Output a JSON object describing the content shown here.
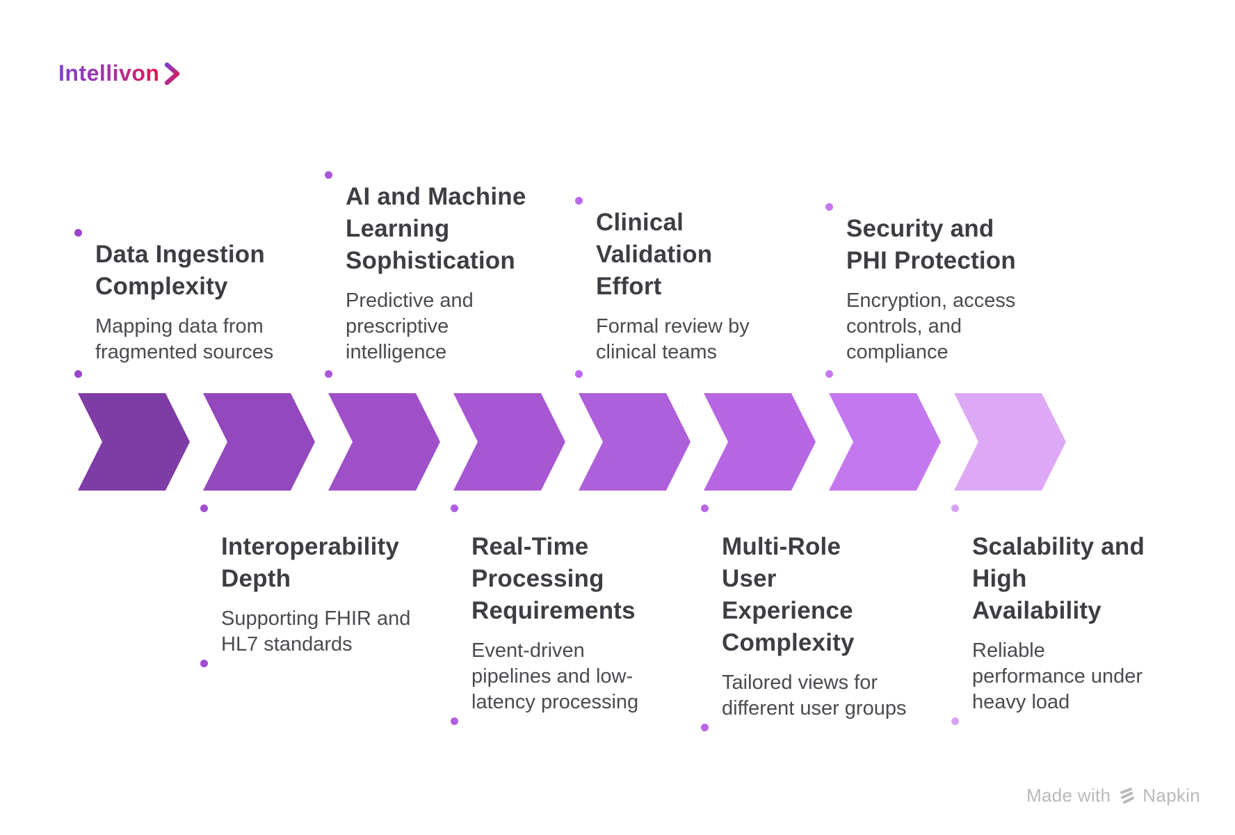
{
  "logo": {
    "text": "Intellivon",
    "chevron_icon": "chevron-right",
    "gradient_start": "#7d42cf",
    "gradient_mid": "#aa2fa0",
    "gradient_end": "#e3174e"
  },
  "steps": [
    {
      "position": "top",
      "title": "Data Ingestion\nComplexity",
      "subtitle": "Mapping data from\nfragmented sources",
      "chevron_color": "#7e3ca6",
      "dot_color": "#9a45c7"
    },
    {
      "position": "bottom",
      "title": "Interoperability\nDepth",
      "subtitle": "Supporting FHIR and\nHL7 standards",
      "chevron_color": "#9348bd",
      "dot_color": "#a14fd2"
    },
    {
      "position": "top",
      "title": "AI and Machine\nLearning\nSophistication",
      "subtitle": "Predictive and\nprescriptive\nintelligence",
      "chevron_color": "#9f50c9",
      "dot_color": "#aa57dc"
    },
    {
      "position": "bottom",
      "title": "Real-Time\nProcessing\nRequirements",
      "subtitle": "Event-driven\npipelines and low-\nlatency processing",
      "chevron_color": "#a857d2",
      "dot_color": "#b05fe3"
    },
    {
      "position": "top",
      "title": "Clinical\nValidation\nEffort",
      "subtitle": "Formal review by\nclinical teams",
      "chevron_color": "#ae5fda",
      "dot_color": "#bb69ec"
    },
    {
      "position": "bottom",
      "title": "Multi-Role\nUser\nExperience\nComplexity",
      "subtitle": "Tailored views for\ndifferent user groups",
      "chevron_color": "#b767e3",
      "dot_color": "#b767e8"
    },
    {
      "position": "top",
      "title": "Security and\nPHI Protection",
      "subtitle": "Encryption, access\ncontrols, and\ncompliance",
      "chevron_color": "#c477ef",
      "dot_color": "#c678f2"
    },
    {
      "position": "bottom",
      "title": "Scalability and\nHigh\nAvailability",
      "subtitle": "Reliable\nperformance under\nheavy load",
      "chevron_color": "#dda9f6",
      "dot_color": "#d8a3f6"
    }
  ],
  "footer": {
    "made_with": "Made with",
    "brand": "Napkin",
    "icon": "napkin-logo-icon",
    "text_color": "#b9b9b9"
  }
}
